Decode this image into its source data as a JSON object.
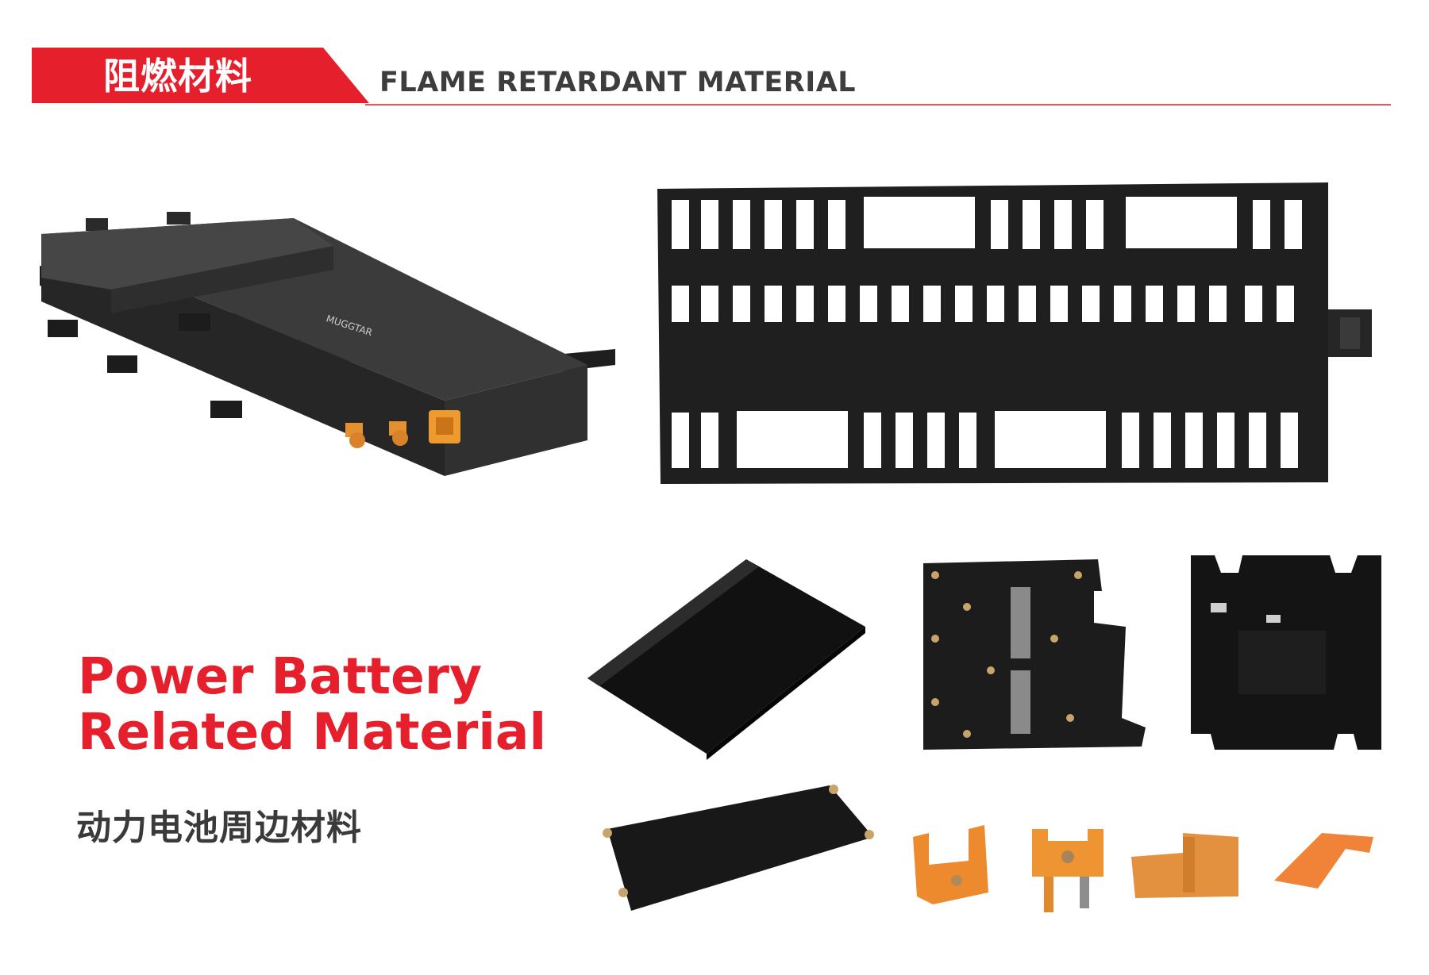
{
  "header": {
    "title_cn": "阻燃材料",
    "title_en": "FLAME RETARDANT MATERIAL",
    "accent_color": "#e51f2b"
  },
  "headline": {
    "line1": "Power Battery",
    "line2": "Related Material",
    "color": "#e51f2b"
  },
  "subtitle_cn": "动力电池周边材料",
  "battery_label": "MUGGTAR",
  "products": [
    {
      "name": "battery-pack-photo",
      "icon": "battery-pack-icon"
    },
    {
      "name": "cell-holder-frame-photo",
      "icon": "frame-icon"
    },
    {
      "name": "black-cover-plate-photo",
      "icon": "plate-icon"
    },
    {
      "name": "circuit-carrier-photo",
      "icon": "carrier-icon"
    },
    {
      "name": "bracket-photo",
      "icon": "bracket-icon"
    },
    {
      "name": "bottom-cover-photo",
      "icon": "cover-icon"
    },
    {
      "name": "orange-clip-1-photo",
      "icon": "clip-icon"
    },
    {
      "name": "orange-terminal-photo",
      "icon": "terminal-icon"
    },
    {
      "name": "orange-clip-2-photo",
      "icon": "clip-icon"
    },
    {
      "name": "orange-clip-3-photo",
      "icon": "clip-icon"
    }
  ]
}
